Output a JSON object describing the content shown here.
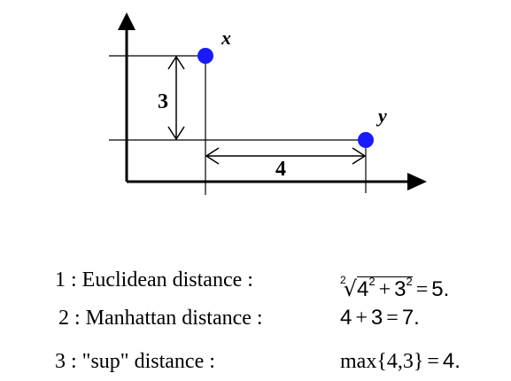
{
  "figure": {
    "point_x_label": "x",
    "point_y_label": "y",
    "vertical_distance_label": "3",
    "horizontal_distance_label": "4",
    "point_color": "#1a1aff"
  },
  "rows": [
    {
      "label": "1 : Euclidean distance :",
      "root_index": "2",
      "base1": "4",
      "exp1": "2",
      "plus": "+",
      "base2": "3",
      "exp2": "2",
      "equals": "=",
      "result": "5."
    },
    {
      "label": "2 : Manhattan distance :",
      "term1": "4",
      "plus": "+",
      "term2": "3",
      "equals": "=",
      "result": "7."
    },
    {
      "label": "3 : \"sup\" distance :",
      "func": "max",
      "args": "{4,3}",
      "equals": "=",
      "result": "4."
    }
  ]
}
